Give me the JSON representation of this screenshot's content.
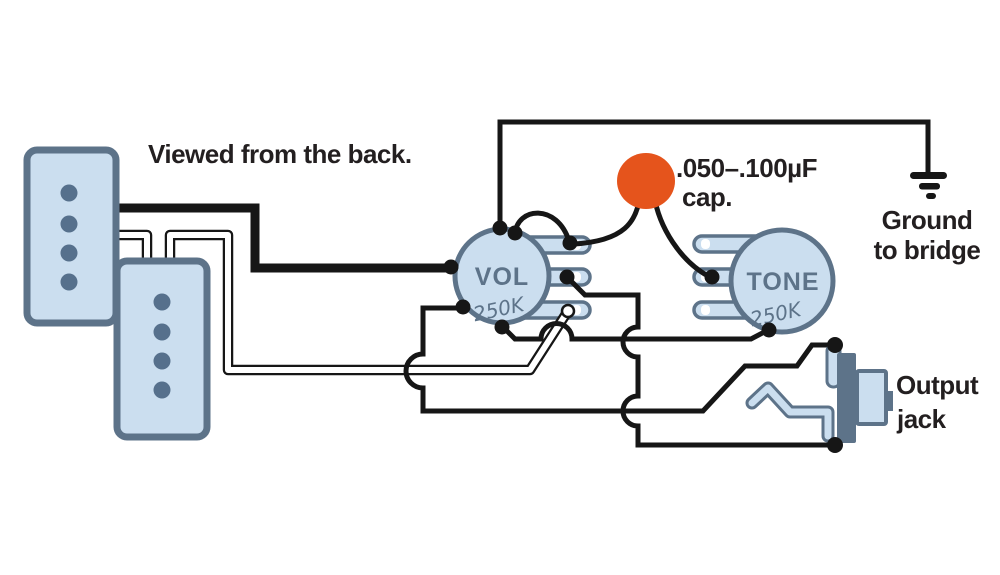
{
  "diagram": {
    "note": "Viewed from the back.",
    "capacitor": {
      "value": ".050–.100µF",
      "word": "cap."
    },
    "ground": {
      "line1": "Ground",
      "line2": "to bridge"
    },
    "output_jack": {
      "line1": "Output",
      "line2": "jack"
    },
    "volume_pot": {
      "label": "VOL",
      "value": "250K"
    },
    "tone_pot": {
      "label": "TONE",
      "value": "250K"
    }
  },
  "colors": {
    "component_fill": "#cbdeef",
    "component_stroke": "#5d7389",
    "pole_dot": "#56708c",
    "wire_black": "#161616",
    "capacitor_orange": "#e5541c",
    "text_ink": "#231f20",
    "background": "#ffffff"
  }
}
